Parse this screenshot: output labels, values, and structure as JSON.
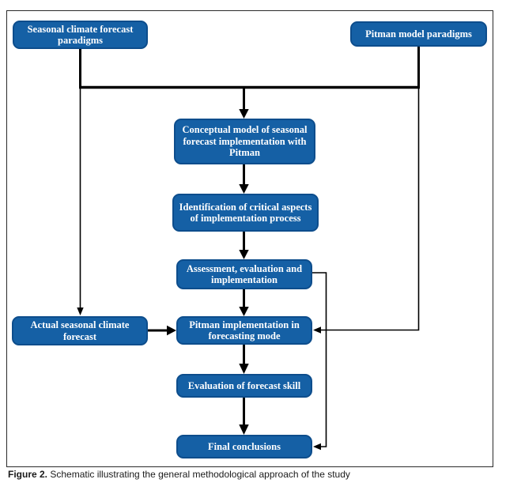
{
  "figure": {
    "caption_prefix": "Figure 2.",
    "caption_text": " Schematic illustrating the general methodological approach of the study"
  },
  "colors": {
    "box_fill": "#1560a5",
    "box_border": "#0d4d8c",
    "box_text": "#ffffff",
    "line": "#000000",
    "frame_border": "#2a2a2a"
  },
  "diagram": {
    "nodes": [
      {
        "id": "seasonal-paradigms",
        "label": "Seasonal climate forecast paradigms"
      },
      {
        "id": "pitman-paradigms",
        "label": "Pitman model paradigms"
      },
      {
        "id": "conceptual-model",
        "label": "Conceptual model of seasonal forecast implementation with Pitman"
      },
      {
        "id": "identification",
        "label": "Identification of critical aspects of implementation process"
      },
      {
        "id": "assessment",
        "label": "Assessment, evaluation and implementation"
      },
      {
        "id": "actual-forecast",
        "label": "Actual seasonal climate forecast"
      },
      {
        "id": "pitman-implementation",
        "label": "Pitman implementation in forecasting mode"
      },
      {
        "id": "evaluation-skill",
        "label": "Evaluation of forecast skill"
      },
      {
        "id": "final-conclusions",
        "label": "Final conclusions"
      }
    ]
  }
}
